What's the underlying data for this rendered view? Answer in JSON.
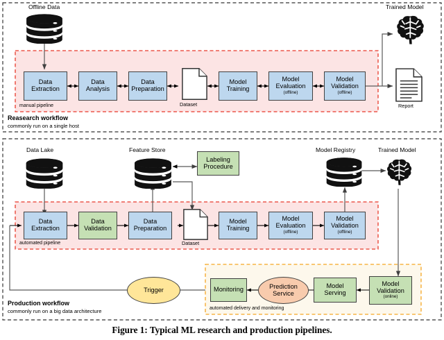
{
  "figure": {
    "caption": "Figure 1: Typical ML research and production pipelines."
  },
  "research_workflow": {
    "title": "Reasearch workflow",
    "subtitle": "commonly run on a single host",
    "pipeline_tag": "manual pipeline",
    "source": {
      "label": "Offline Data",
      "icon": "database-icon"
    },
    "steps": [
      {
        "label_line1": "Data",
        "label_line2": "Extraction",
        "color": "#bdd7ee"
      },
      {
        "label_line1": "Data",
        "label_line2": "Analysis",
        "color": "#bdd7ee"
      },
      {
        "label_line1": "Data",
        "label_line2": "Preparation",
        "color": "#bdd7ee"
      },
      {
        "label_line1": "Model",
        "label_line2": "Training",
        "color": "#bdd7ee"
      },
      {
        "label_line1": "Model",
        "label_line2": "Evaluation",
        "sub": "(offline)",
        "color": "#bdd7ee"
      },
      {
        "label_line1": "Model",
        "label_line2": "Validation",
        "sub": "(offline)",
        "color": "#bdd7ee"
      }
    ],
    "dataset": {
      "label": "Dataset",
      "icon": "document-icon"
    },
    "outputs": [
      {
        "label": "Trained Model",
        "icon": "brain-icon"
      },
      {
        "label": "Report",
        "icon": "document-icon"
      }
    ]
  },
  "production_workflow": {
    "title": "Production workflow",
    "subtitle": "commonly run on a big data architecture",
    "pipeline_tag": "automated pipeline",
    "delivery_tag": "automated delivery and monitoring",
    "stores": [
      {
        "label": "Data Lake",
        "icon": "database-icon"
      },
      {
        "label": "Feature Store",
        "icon": "database-icon"
      },
      {
        "label": "Model Registry",
        "icon": "database-icon"
      }
    ],
    "labeling": {
      "label_line1": "Labeling",
      "label_line2": "Procedure",
      "color": "#c5e0b4"
    },
    "steps": [
      {
        "label_line1": "Data",
        "label_line2": "Extraction",
        "color": "#bdd7ee"
      },
      {
        "label_line1": "Data",
        "label_line2": "Validation",
        "color": "#c5e0b4"
      },
      {
        "label_line1": "Data",
        "label_line2": "Preparation",
        "color": "#bdd7ee"
      },
      {
        "label_line1": "Model",
        "label_line2": "Training",
        "color": "#bdd7ee"
      },
      {
        "label_line1": "Model",
        "label_line2": "Evaluation",
        "sub": "(offline)",
        "color": "#bdd7ee"
      },
      {
        "label_line1": "Model",
        "label_line2": "Validation",
        "sub": "(offline)",
        "color": "#bdd7ee"
      }
    ],
    "dataset": {
      "label": "Dataset",
      "icon": "document-icon"
    },
    "trained_model": {
      "label": "Trained Model",
      "icon": "brain-icon"
    },
    "delivery_steps": [
      {
        "label_line1": "Model",
        "label_line2": "Validation",
        "sub": "(online)",
        "color": "#c5e0b4"
      },
      {
        "label_line1": "Model",
        "label_line2": "Serving",
        "color": "#c5e0b4"
      },
      {
        "label_line1": "Prediction",
        "label_line2": "Service",
        "color": "#f8cbad",
        "shape": "ellipse"
      },
      {
        "label_line1": "Monitoring",
        "label_line2": "",
        "color": "#c5e0b4"
      }
    ],
    "trigger": {
      "label": "Trigger",
      "color": "#ffe699",
      "shape": "ellipse"
    }
  },
  "colors": {
    "blue": "#bdd7ee",
    "green": "#c5e0b4",
    "orange": "#f8cbad",
    "yellow": "#ffe699",
    "pink_zone_fill": "#fce4e4",
    "pink_zone_border": "#e8392a",
    "yellow_zone_border": "#f5a623",
    "yellow_zone_fill": "#fdf8ec",
    "outline": "#404040",
    "arrow": "#595959"
  }
}
